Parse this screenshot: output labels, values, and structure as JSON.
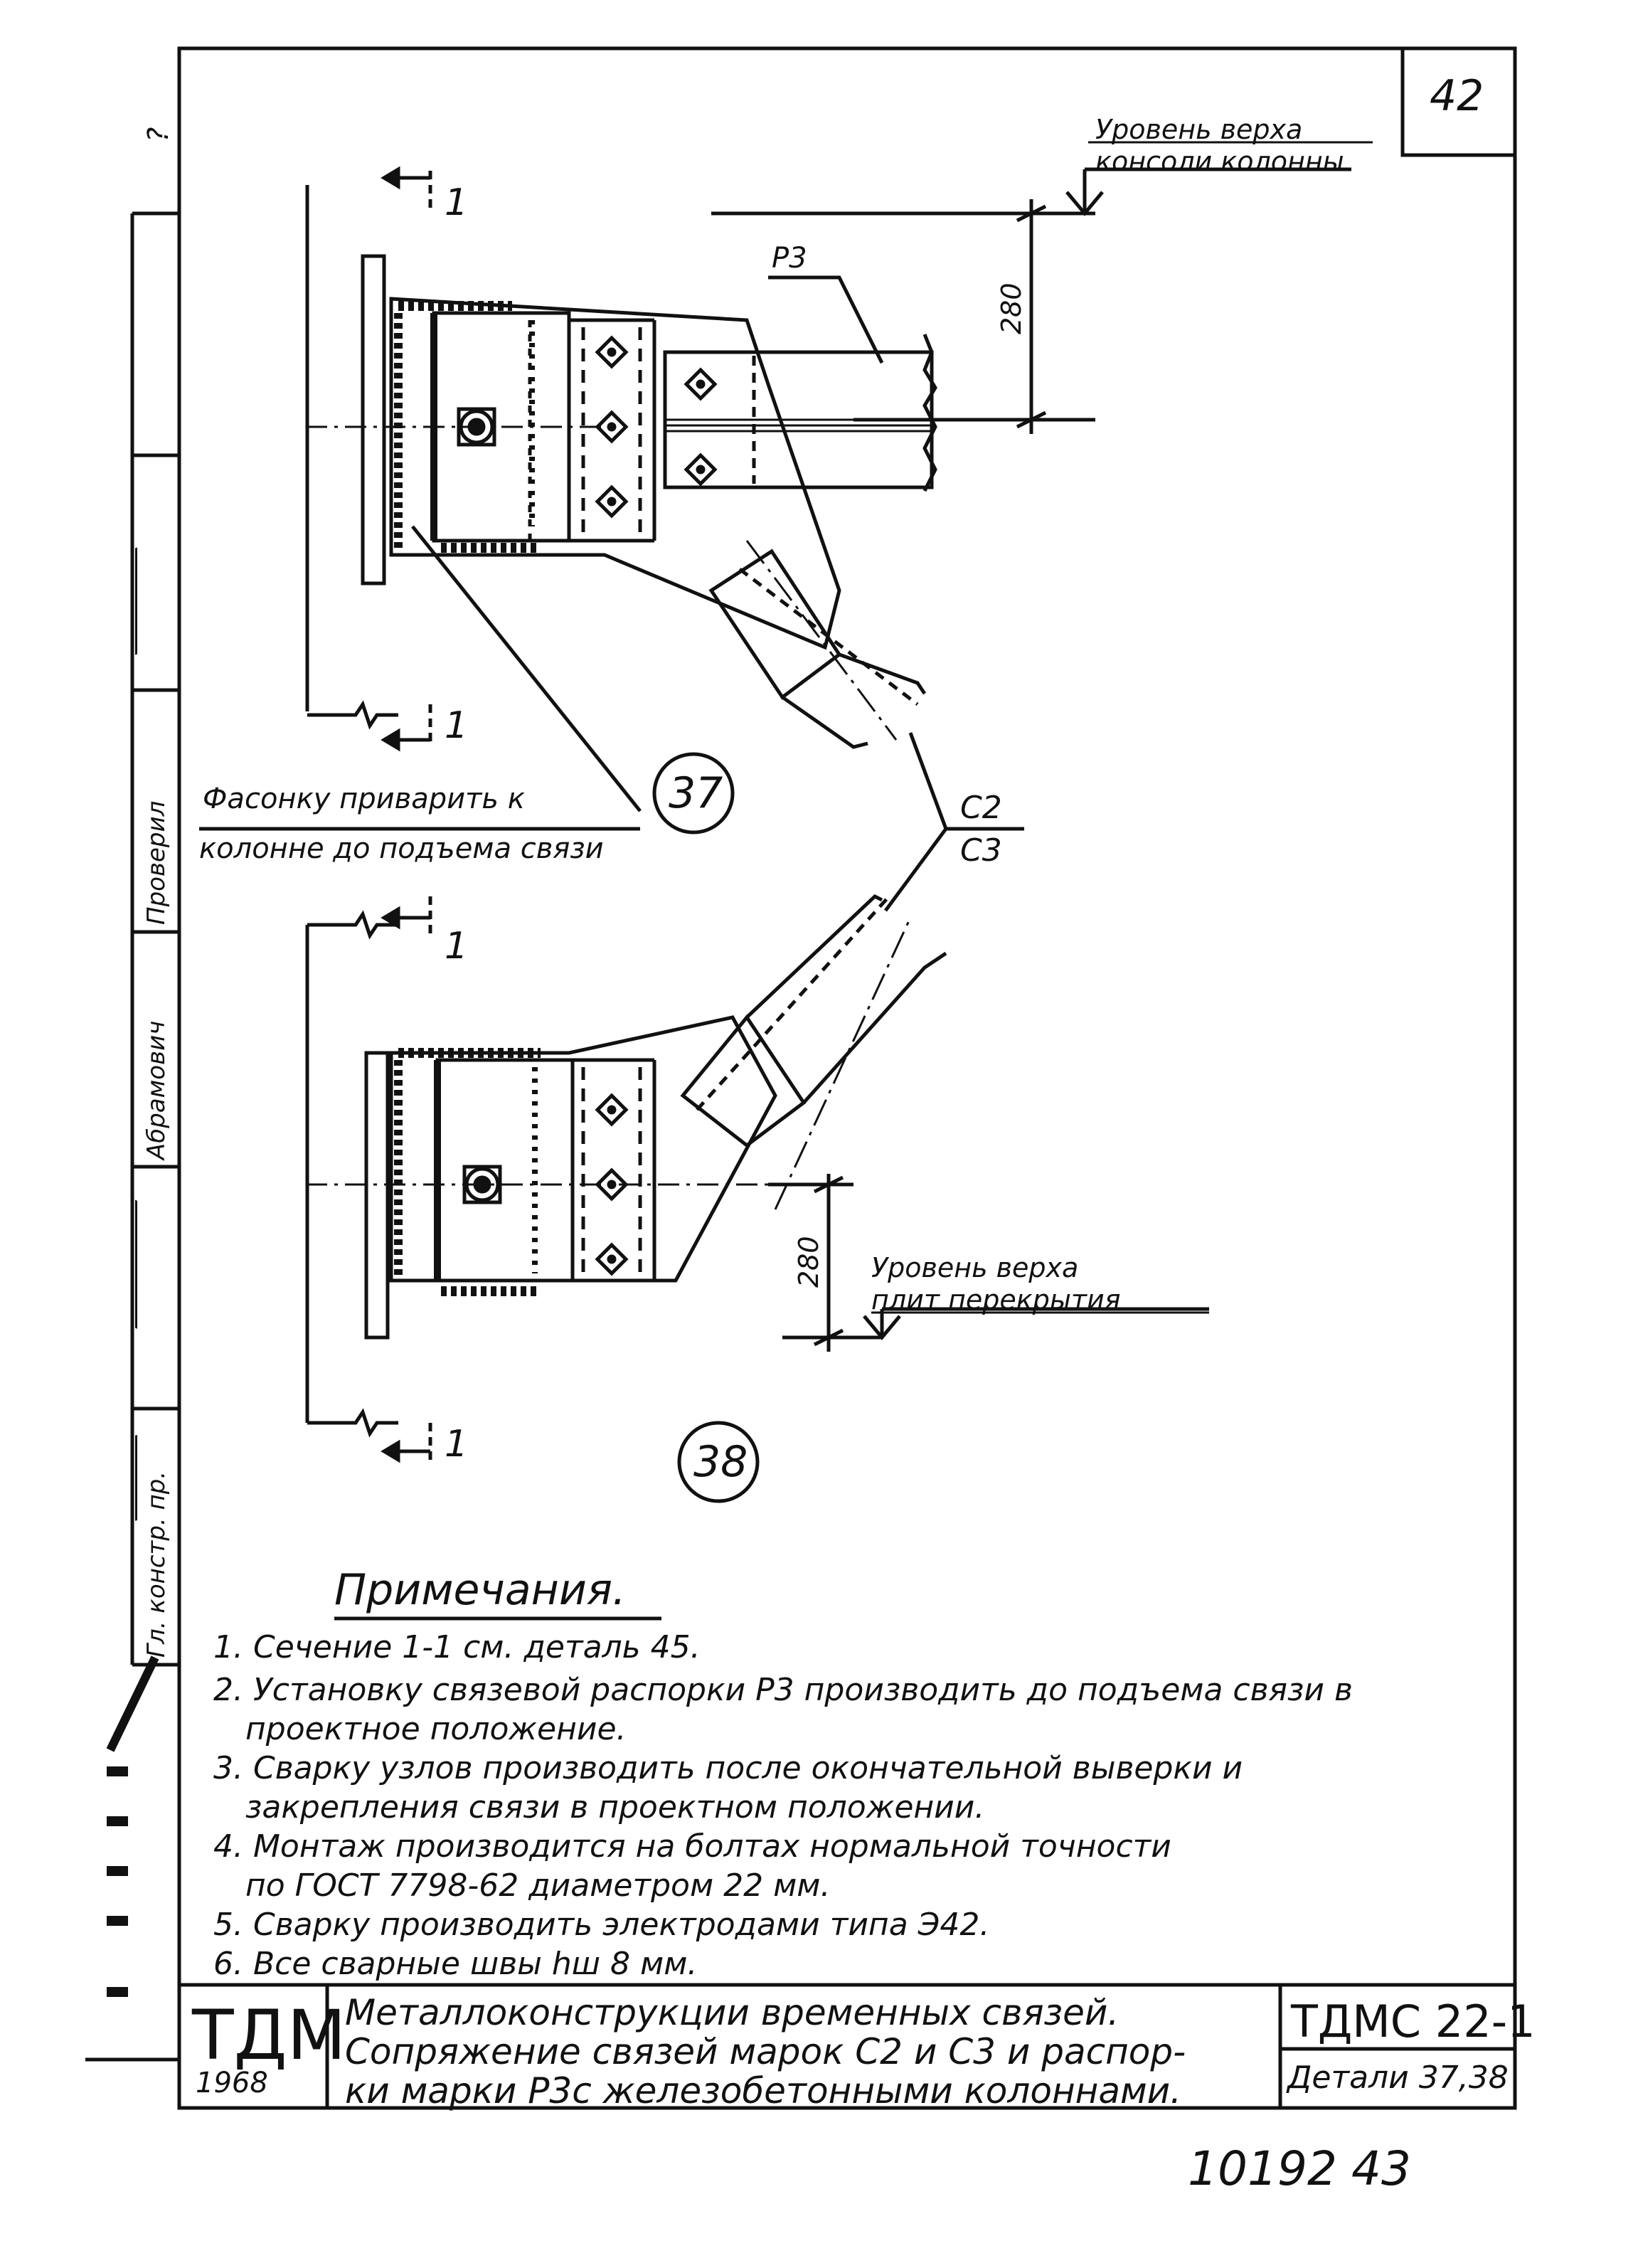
{
  "sheet": {
    "page_number": "42",
    "archive_number": "10192",
    "archive_page": "43"
  },
  "side_stamp": {
    "mark_top": "?",
    "role_1": "Проверил",
    "name_1": "Абрамович",
    "role_2": "Гл. констр. пр."
  },
  "drawing": {
    "level_top_line1": "Уровень верха",
    "level_top_line2": "консоли колонны",
    "strut_label": "Р3",
    "dim_top": "280",
    "section_mark": "1",
    "weld_note_line1": "Фасонку приварить к",
    "weld_note_line2": "колонне до подъема связи",
    "detail_37": "37",
    "detail_38": "38",
    "brace_label_top": "С2",
    "brace_label_bottom": "С3",
    "dim_bottom": "280",
    "level_bottom_line1": "Уровень верха",
    "level_bottom_line2": "плит перекрытия"
  },
  "notes": {
    "title": "Примечания.",
    "items": [
      "1. Сечение 1-1 см. деталь 45.",
      "2. Установку связевой распорки Р3 производить до подъема связи в",
      "проектное положение.",
      "3. Сварку узлов производить после окончательной выверки и",
      "закрепления связи в проектном положении.",
      "4. Монтаж производится на болтах нормальной точности",
      "по ГОСТ 7798-62 диаметром 22 мм.",
      "5. Сварку производить электродами типа Э42.",
      "6. Все сварные швы hш 8 мм."
    ]
  },
  "title_block": {
    "org": "ТДМ",
    "year": "1968",
    "title_line1": "Металлоконструкции временных связей.",
    "title_line2": "Сопряжение связей марок С2 и С3 и распор-",
    "title_line3": "ки марки Р3с железобетонными колоннами.",
    "code": "ТДМС 22-1",
    "sheet_ref": "Детали 37,38"
  }
}
